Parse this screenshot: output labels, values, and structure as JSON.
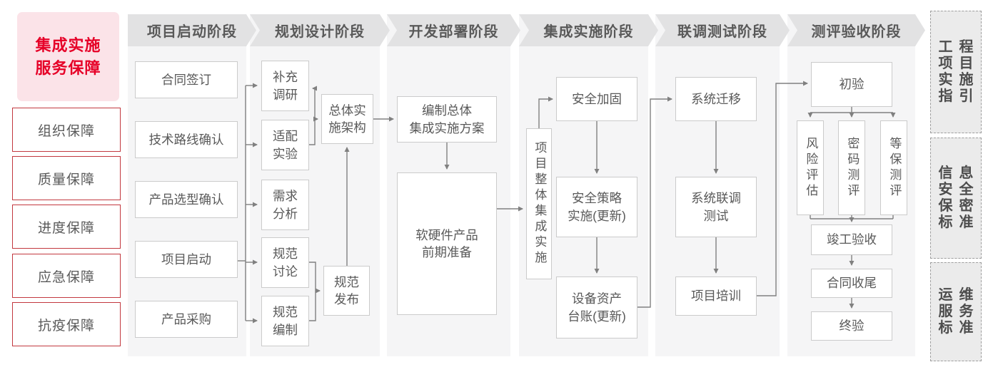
{
  "sidebar": {
    "title": "集成实施\n服务保障",
    "items": [
      "组织保障",
      "质量保障",
      "进度保障",
      "应急保障",
      "抗疫保障"
    ]
  },
  "phase_headers": [
    "项目启动阶段",
    "规划设计阶段",
    "开发部署阶段",
    "集成实施阶段",
    "联调测试阶段",
    "测评验收阶段"
  ],
  "nodes": {
    "contract_signing": "合同签订",
    "tech_route_confirm": "技术路线确认",
    "product_selection_confirm": "产品选型确认",
    "project_kickoff": "项目启动",
    "product_procurement": "产品采购",
    "supplementary_research": "补充\n调研",
    "adaptation_experiment": "适配\n实验",
    "requirement_analysis": "需求\n分析",
    "spec_discussion": "规范\n讨论",
    "spec_compilation": "规范\n编制",
    "overall_implementation_architecture": "总体实\n施架构",
    "spec_release": "规范\n发布",
    "overall_integration_plan": "编制总体\n集成实施方案",
    "hw_sw_preparation": "软硬件产品\n前期准备",
    "project_overall_integration": "项目整体集成实施",
    "security_hardening": "安全加固",
    "security_policy_implementation": "安全策略\n实施(更新)",
    "asset_ledger_update": "设备资产\n台账(更新)",
    "system_migration": "系统迁移",
    "system_joint_testing": "系统联调\n测试",
    "project_training": "项目培训",
    "initial_acceptance": "初验",
    "risk_assessment": "风险评估",
    "crypto_evaluation": "密码测评",
    "classified_protection_evaluation": "等保测评",
    "completion_acceptance": "竣工验收",
    "contract_closure": "合同收尾",
    "final_acceptance": "终验"
  },
  "side_refs": [
    "工程\n项目\n实施\n指引",
    "信息\n安全\n保密\n标准",
    "运维\n服务\n标准"
  ],
  "colors": {
    "accent_red": "#e60027",
    "sidebar_border_red": "#c2383f",
    "sidebar_pink_bg": "#fbe3e8",
    "phase_header_bg": "#e2e2e3",
    "column_bg": "#f5f5f6",
    "node_border": "#cbcbcb",
    "text_gray": "#595959",
    "arrow_gray": "#808080",
    "ref_box_bg": "#ebebeb"
  }
}
